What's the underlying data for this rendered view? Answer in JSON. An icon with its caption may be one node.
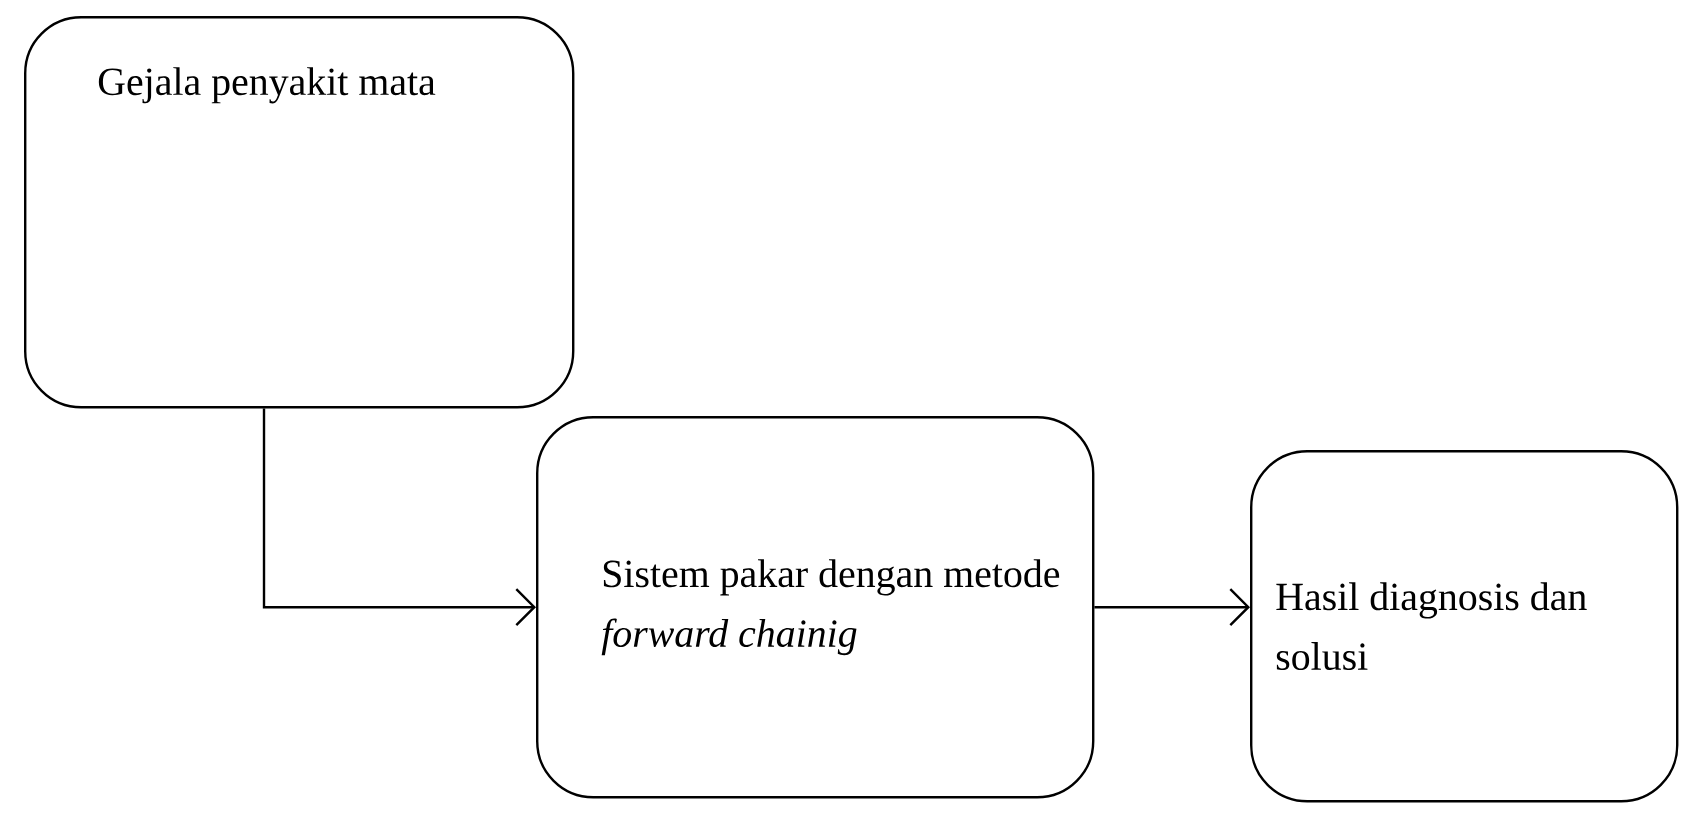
{
  "diagram": {
    "nodes": [
      {
        "text": [
          "Gejala penyakit mata"
        ]
      },
      {
        "text": [
          "Sistem pakar dengan metode *forward chainig*"
        ]
      },
      {
        "text": [
          "Hasil diagnosis dan solusi"
        ]
      }
    ],
    "edges": [
      {
        "from": 0,
        "to": 1,
        "arrow": "to"
      },
      {
        "from": 1,
        "to": 2,
        "arrow": "to"
      }
    ]
  }
}
